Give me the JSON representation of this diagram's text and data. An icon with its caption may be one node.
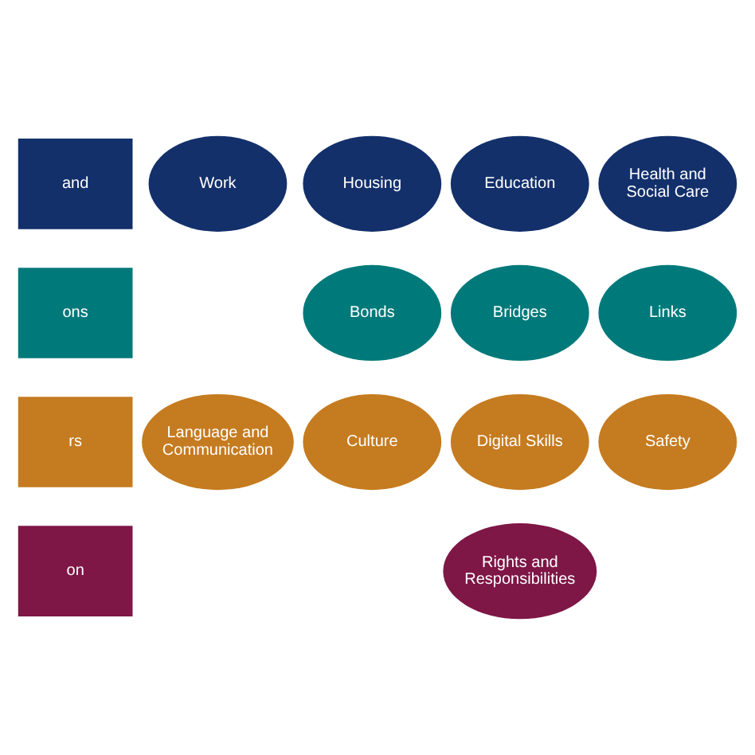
{
  "diagram": {
    "nodes": [
      {
        "text": [
          "and"
        ]
      },
      {
        "text": [
          "Work"
        ]
      },
      {
        "text": [
          "Housing"
        ]
      },
      {
        "text": [
          "Education"
        ]
      },
      {
        "text": [
          "Health and Social Care"
        ]
      },
      {
        "text": [
          "ons"
        ]
      },
      {
        "text": [
          "Bonds"
        ]
      },
      {
        "text": [
          "Bridges"
        ]
      },
      {
        "text": [
          "Links"
        ]
      },
      {
        "text": [
          "rs"
        ]
      },
      {
        "text": [
          "Language and Communication"
        ]
      },
      {
        "text": [
          "Culture"
        ]
      },
      {
        "text": [
          "Digital Skills"
        ]
      },
      {
        "text": [
          "Safety"
        ]
      },
      {
        "text": [
          "on"
        ]
      },
      {
        "text": [
          "Rights and Responsibilities"
        ]
      }
    ]
  }
}
